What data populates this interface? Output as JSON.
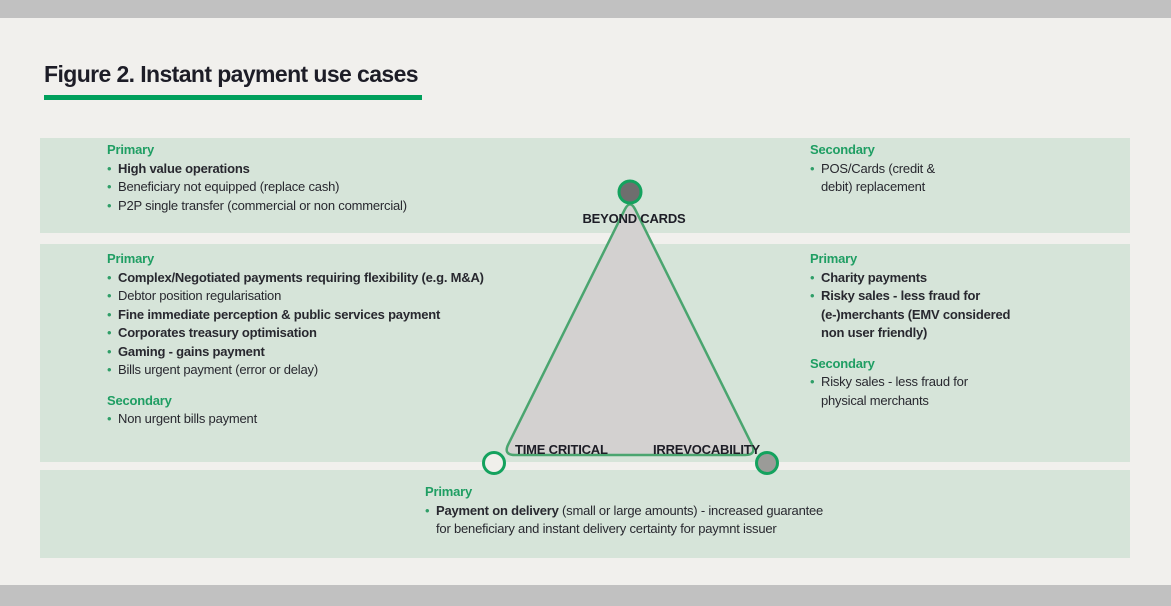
{
  "title": "Figure 2. Instant payment use cases",
  "colors": {
    "page_bg": "#f1f0ed",
    "frame_gray": "#c1c1c1",
    "band_bg": "#d6e4d9",
    "accent_green": "#00a05c",
    "heading_green": "#1f9e63",
    "bullet_green": "#2f9e68",
    "title_color": "#1d1d27",
    "body_color": "#28282f",
    "label_color": "#1d1d26",
    "triangle_fill": "#d3d1d0",
    "triangle_stroke": "#4aa56f",
    "node_stroke": "#14a25e",
    "node_dark": "#6e6e6e",
    "node_light": "#f0efeb",
    "node_gray": "#9b9b98"
  },
  "triangle": {
    "top_label": "BEYOND CARDS",
    "left_label": "TIME CRITICAL",
    "right_label": "IRREVOCABILITY"
  },
  "blocks": [
    {
      "id": "beyond-cards-left",
      "sections": [
        {
          "heading": "Primary",
          "items": [
            {
              "runs": [
                {
                  "t": "High value operations",
                  "b": true
                }
              ]
            },
            {
              "runs": [
                {
                  "t": "Beneficiary not equipped (replace cash)",
                  "b": false
                }
              ]
            },
            {
              "runs": [
                {
                  "t": "P2P single transfer (commercial or non commercial)",
                  "b": false
                }
              ]
            }
          ]
        }
      ]
    },
    {
      "id": "beyond-cards-right",
      "sections": [
        {
          "heading": "Secondary",
          "items": [
            {
              "runs": [
                {
                  "t": "POS/Cards (credit &\ndebit) replacement",
                  "b": false
                }
              ]
            }
          ]
        }
      ]
    },
    {
      "id": "time-critical-left",
      "sections": [
        {
          "heading": "Primary",
          "items": [
            {
              "runs": [
                {
                  "t": "Complex/Negotiated payments requiring flexibility (e.g. M&A)",
                  "b": true
                }
              ]
            },
            {
              "runs": [
                {
                  "t": "Debtor position regularisation",
                  "b": false
                }
              ]
            },
            {
              "runs": [
                {
                  "t": "Fine immediate perception & public services payment",
                  "b": true
                }
              ]
            },
            {
              "runs": [
                {
                  "t": "Corporates treasury optimisation",
                  "b": true
                }
              ]
            },
            {
              "runs": [
                {
                  "t": "Gaming - gains payment",
                  "b": true
                }
              ]
            },
            {
              "runs": [
                {
                  "t": "Bills urgent payment (error or delay)",
                  "b": false
                }
              ]
            }
          ]
        },
        {
          "heading": "Secondary",
          "items": [
            {
              "runs": [
                {
                  "t": "Non urgent bills payment",
                  "b": false
                }
              ]
            }
          ]
        }
      ]
    },
    {
      "id": "irrevocability-right",
      "sections": [
        {
          "heading": "Primary",
          "items": [
            {
              "runs": [
                {
                  "t": "Charity payments",
                  "b": true
                }
              ]
            },
            {
              "runs": [
                {
                  "t": "Risky sales - less fraud for\n(e-)merchants (EMV considered\nnon user friendly)",
                  "b": true
                }
              ]
            }
          ]
        },
        {
          "heading": "Secondary",
          "items": [
            {
              "runs": [
                {
                  "t": "Risky sales - less fraud for\nphysical merchants",
                  "b": false
                }
              ]
            }
          ]
        }
      ]
    },
    {
      "id": "payment-on-delivery-bottom",
      "sections": [
        {
          "heading": "Primary",
          "items": [
            {
              "runs": [
                {
                  "t": "Payment on delivery",
                  "b": true
                },
                {
                  "t": " (small or large amounts) - increased guarantee\nfor beneficiary and instant delivery certainty for paymnt issuer",
                  "b": false
                }
              ]
            }
          ]
        }
      ]
    }
  ]
}
